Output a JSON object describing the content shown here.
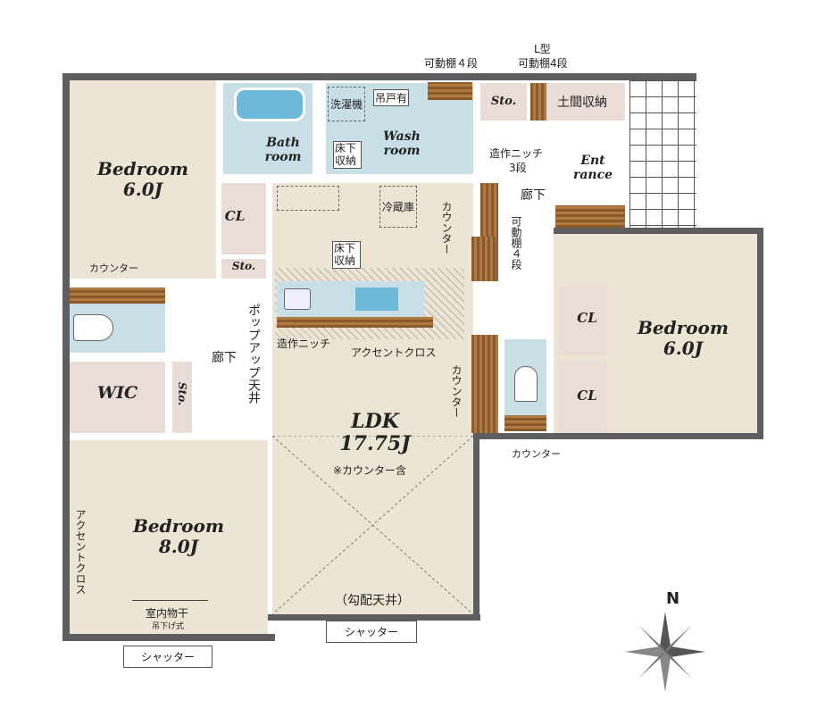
{
  "rooms": {
    "bedroom1": {
      "name": "Bedroom",
      "size": "6.0J"
    },
    "bedroom2": {
      "name": "Bedroom",
      "size": "6.0J"
    },
    "bedroom3": {
      "name": "Bedroom",
      "size": "8.0J"
    },
    "bath": "Bath room",
    "wash": "Wash room",
    "entrance": "Ent rance",
    "wic": "WIC",
    "ldk": {
      "name": "LDK",
      "size": "17.75J",
      "note": "※カウンター含"
    },
    "sto": "Sto.",
    "cl": "CL"
  },
  "labels": {
    "shelf4_top": "可動棚４段",
    "l_shelf": "L型",
    "l_shelf2": "可動棚4段",
    "washer": "洗濯機",
    "hanging": "吊戸有",
    "underfloor": "床下収納",
    "doma": "土間収納",
    "niche3": "造作ニッチ",
    "niche3b": "3段",
    "hallway": "廊下",
    "fridge": "冷蔵庫",
    "counter": "カウンター",
    "shelf4_v": "可動棚４段",
    "popup": "ポップアップ天井",
    "niche": "造作ニッチ",
    "accent": "アクセントクロス",
    "indoor_dry": "室内物干",
    "indoor_dry2": "吊下げ式",
    "shutter": "シャッター",
    "sloped": "（勾配天井）",
    "north": "N"
  }
}
